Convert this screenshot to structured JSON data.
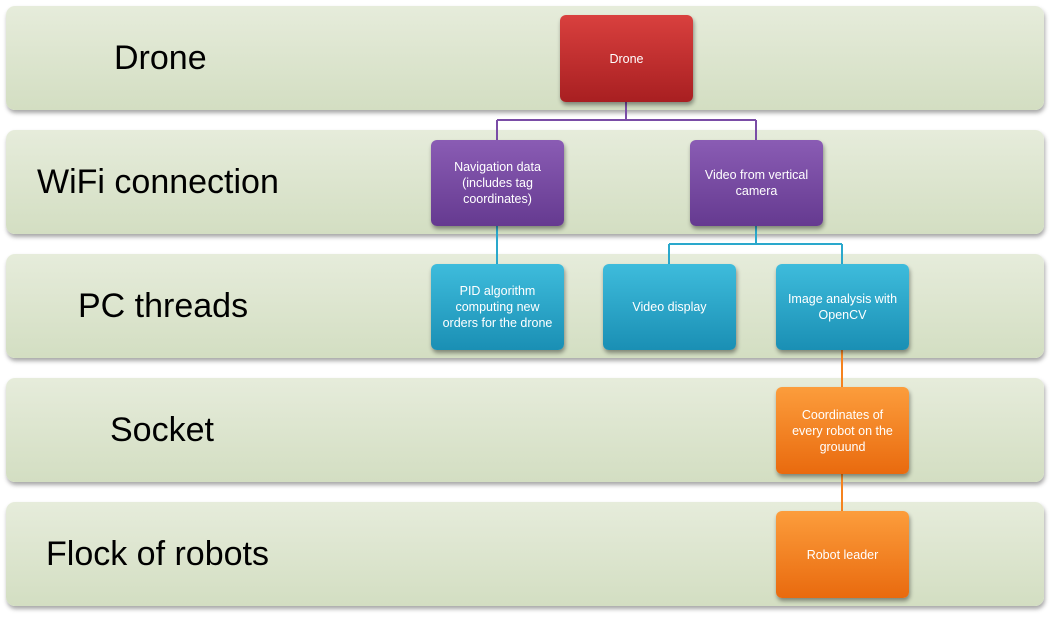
{
  "bands": [
    {
      "label": "Drone"
    },
    {
      "label": "WiFi connection"
    },
    {
      "label": "PC threads"
    },
    {
      "label": "Socket"
    },
    {
      "label": "Flock of robots"
    }
  ],
  "nodes": {
    "drone": "Drone",
    "navigation_data": "Navigation data\n(includes tag coordinates)",
    "video_vertical_camera": "Video from vertical camera",
    "pid_algorithm": "PID algorithm computing new orders for the drone",
    "video_display": "Video display",
    "image_analysis": "Image analysis with OpenCV",
    "coordinates": "Coordinates of every robot on the grouund",
    "robot_leader": "Robot leader"
  },
  "colors": {
    "band_fill": "#dbe4cd",
    "drone_node": "#c0302f",
    "wifi_nodes": "#7a4ca6",
    "pc_nodes": "#2aa8cc",
    "socket_nodes": "#f5831f",
    "purple_connector": "#7a4ca6",
    "blue_connector": "#2aa8cc",
    "orange_connector": "#f5831f"
  }
}
